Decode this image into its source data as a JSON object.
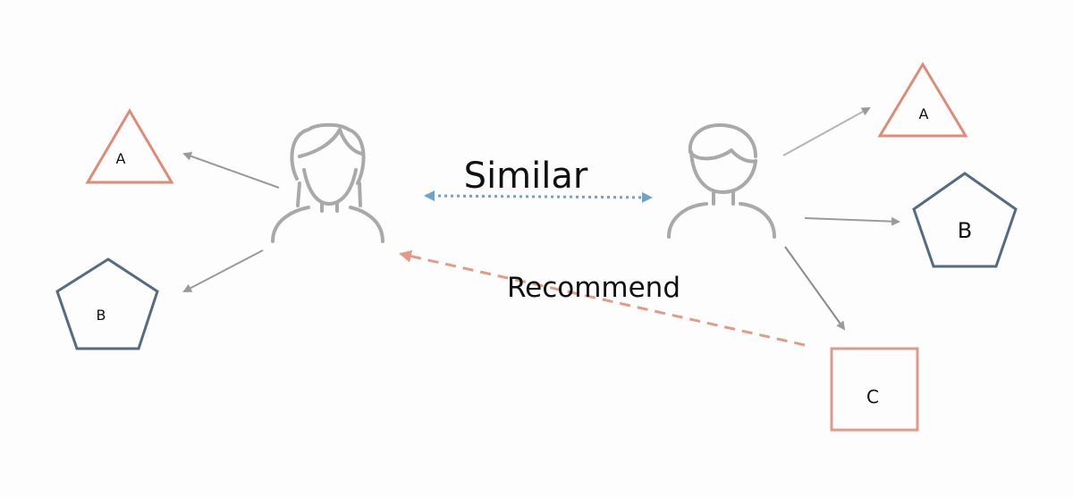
{
  "labels": {
    "similar": "Similar",
    "recommend": "Recommend"
  },
  "left_user": {
    "items": {
      "triangle_label": "A",
      "pentagon_label": "B"
    }
  },
  "right_user": {
    "items": {
      "triangle_label": "A",
      "pentagon_label": "B",
      "square_label": "C"
    }
  },
  "colors": {
    "background": "#fdfdfd",
    "person": "#a9a9a9",
    "arrow": "#9a9a9a",
    "triangle": "#e08a78",
    "pentagon": "#556b82",
    "square": "#e09a8a",
    "similar_arrow": "#6fa4c8",
    "recommend_arrow": "#e59a86",
    "text": "#111111"
  },
  "icons": {
    "left_user": "woman-user-icon",
    "right_user": "man-user-icon"
  }
}
